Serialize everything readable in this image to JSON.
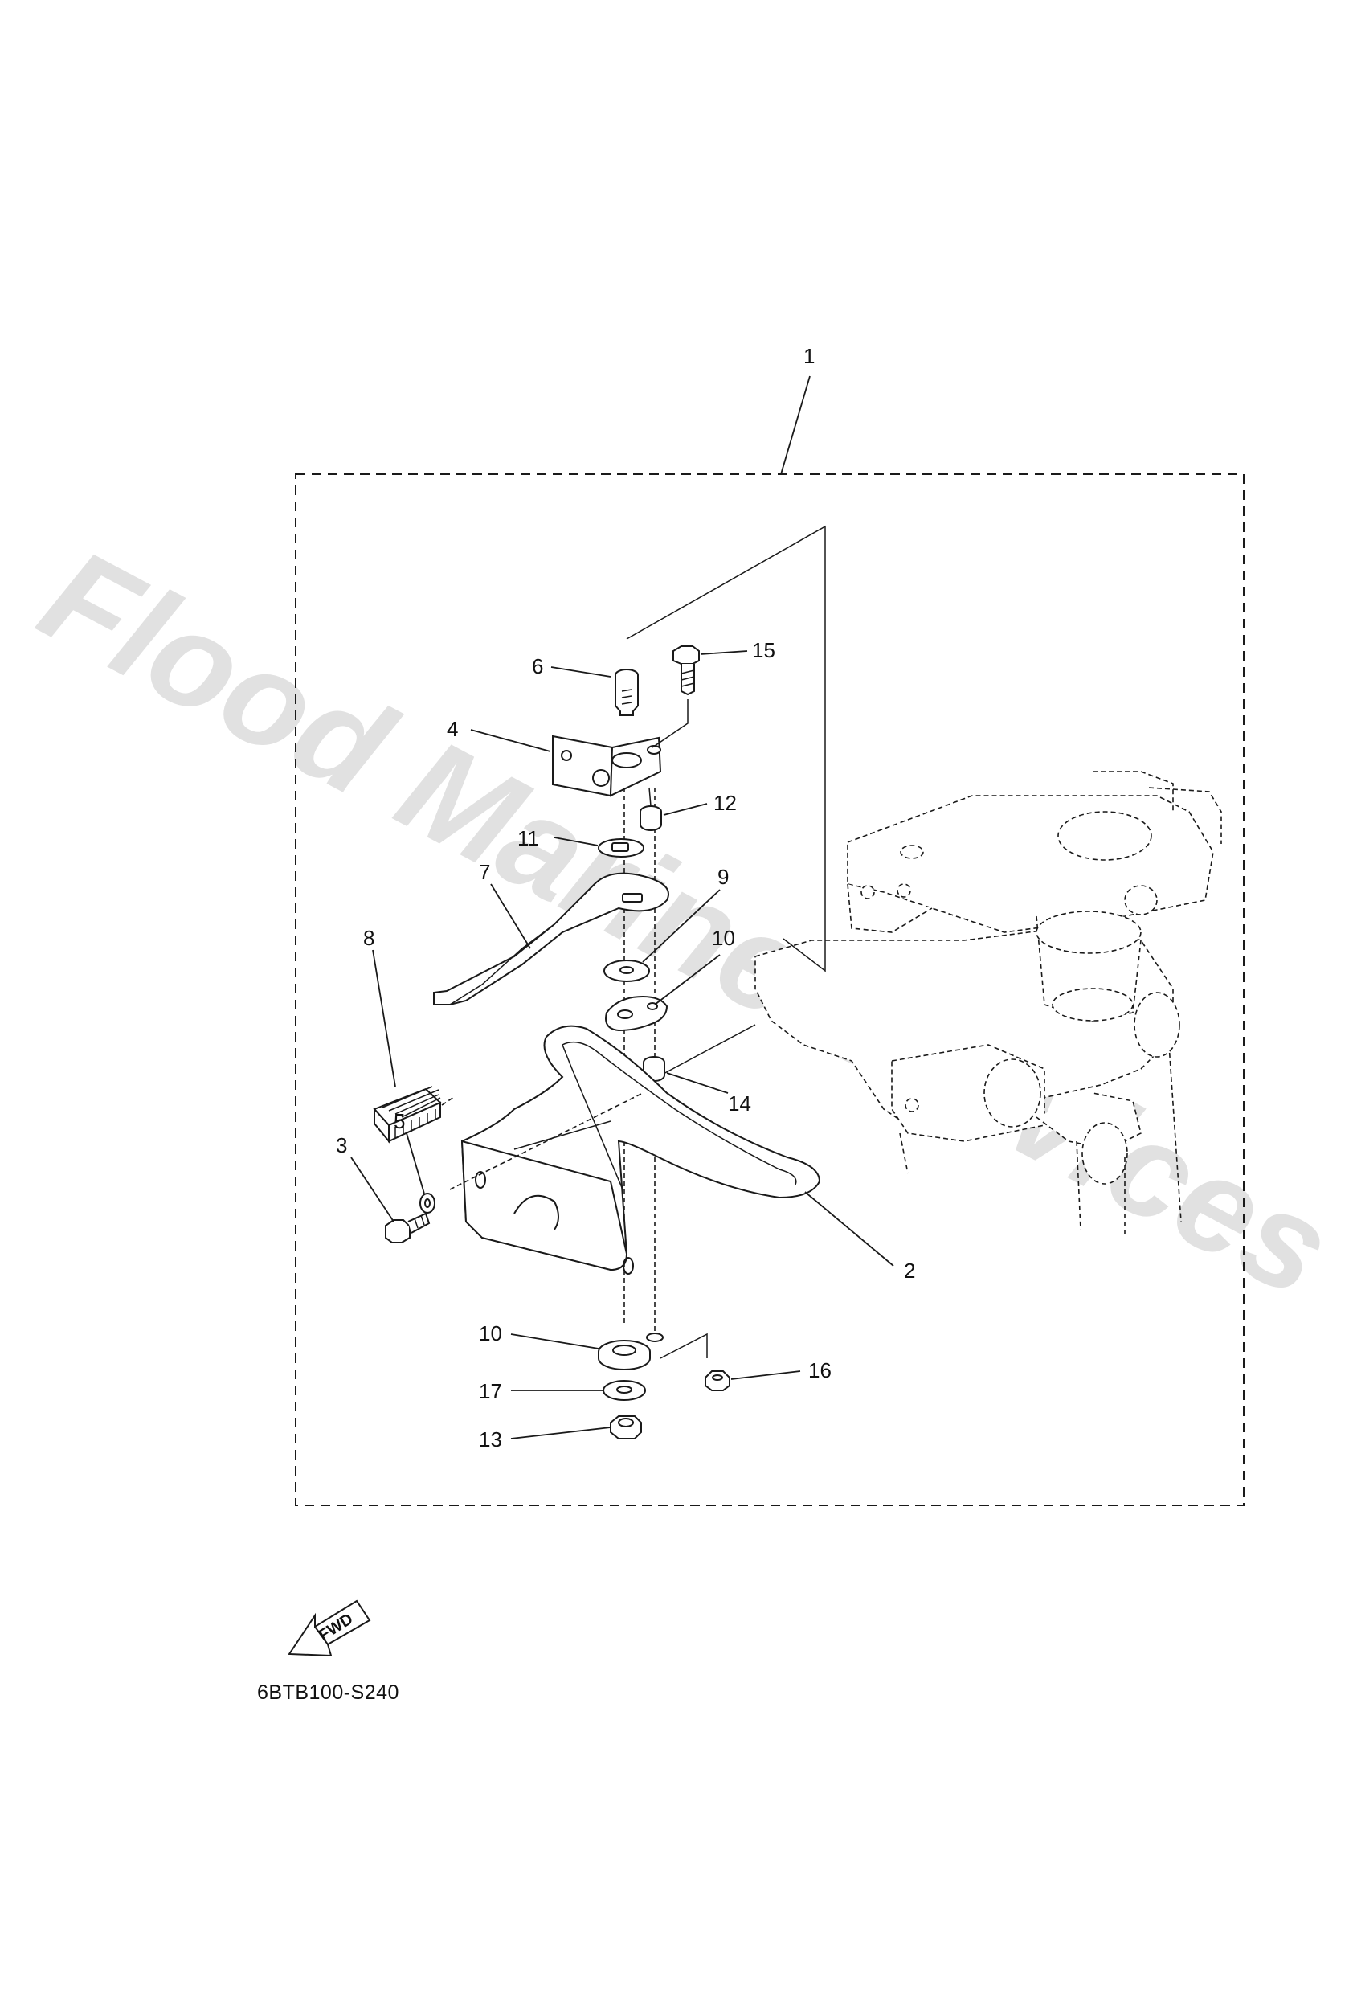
{
  "watermark": {
    "text": "Flood Marine Services"
  },
  "callouts": [
    {
      "id": "1",
      "text": "1"
    },
    {
      "id": "2",
      "text": "2"
    },
    {
      "id": "3",
      "text": "3"
    },
    {
      "id": "4",
      "text": "4"
    },
    {
      "id": "5",
      "text": "5"
    },
    {
      "id": "6",
      "text": "6"
    },
    {
      "id": "7",
      "text": "7"
    },
    {
      "id": "8",
      "text": "8"
    },
    {
      "id": "9",
      "text": "9"
    },
    {
      "id": "10a",
      "text": "10"
    },
    {
      "id": "10b",
      "text": "10"
    },
    {
      "id": "11",
      "text": "11"
    },
    {
      "id": "12",
      "text": "12"
    },
    {
      "id": "13",
      "text": "13"
    },
    {
      "id": "14",
      "text": "14"
    },
    {
      "id": "15",
      "text": "15"
    },
    {
      "id": "16",
      "text": "16"
    },
    {
      "id": "17",
      "text": "17"
    }
  ],
  "fwd_symbol": {
    "label": "FWD"
  },
  "reference_code": "6BTB100-S240"
}
